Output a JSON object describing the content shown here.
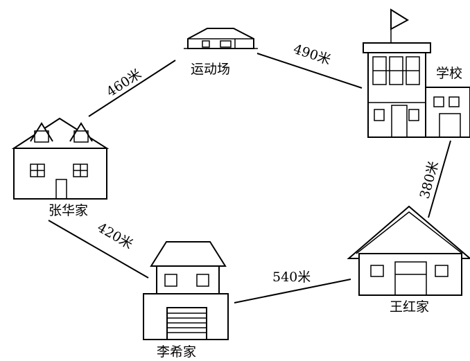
{
  "places": {
    "stadium": "运动场",
    "school": "学校",
    "zhanghua": "张华家",
    "lixi": "李希家",
    "wanghong": "王红家"
  },
  "distances": {
    "zhanghua_stadium": "460米",
    "stadium_school": "490米",
    "school_wanghong": "380米",
    "zhanghua_lixi": "420米",
    "lixi_wanghong": "540米"
  }
}
